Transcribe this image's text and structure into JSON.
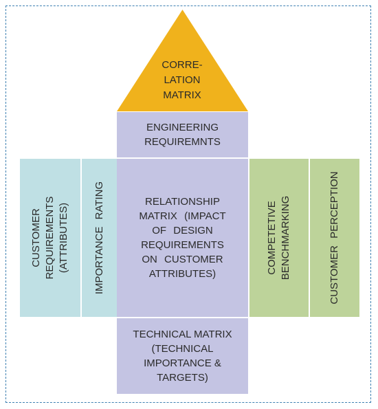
{
  "diagram": {
    "roof": {
      "lines": [
        "CORRE-",
        "LATION",
        "MATRIX"
      ],
      "fill": "#f0b21c"
    },
    "engineering_requirements": {
      "lines": [
        "ENGINEERING",
        "REQUIREMNTS"
      ]
    },
    "relationship_matrix": {
      "lines": [
        "RELATIONSHIP",
        "MATRIX (IMPACT",
        "OF DESIGN",
        "REQUIREMENTS",
        "ON CUSTOMER",
        "ATTRIBUTES)"
      ]
    },
    "technical_matrix": {
      "lines": [
        "TECHNICAL MATRIX",
        "(TECHNICAL",
        "IMPORTANCE &",
        "TARGETS)"
      ]
    },
    "customer_requirements": {
      "lines": [
        "CUSTOMER",
        "REQUIREMENTS",
        "(ATTRIBUTES)"
      ]
    },
    "importance_rating": {
      "lines": [
        "IMPORTANCE RATING"
      ]
    },
    "competetive_benchmarking": {
      "lines": [
        "COMPETETIVE",
        "BENCHMARKING"
      ]
    },
    "customer_perception": {
      "lines": [
        "CUSTOMER PERCEPTION"
      ]
    },
    "colors": {
      "roof": "#f0b21c",
      "lilac": "#c4c4e3",
      "teal": "#bfe0e4",
      "olive": "#bdd39a",
      "frame": "#3c7fb1"
    }
  }
}
